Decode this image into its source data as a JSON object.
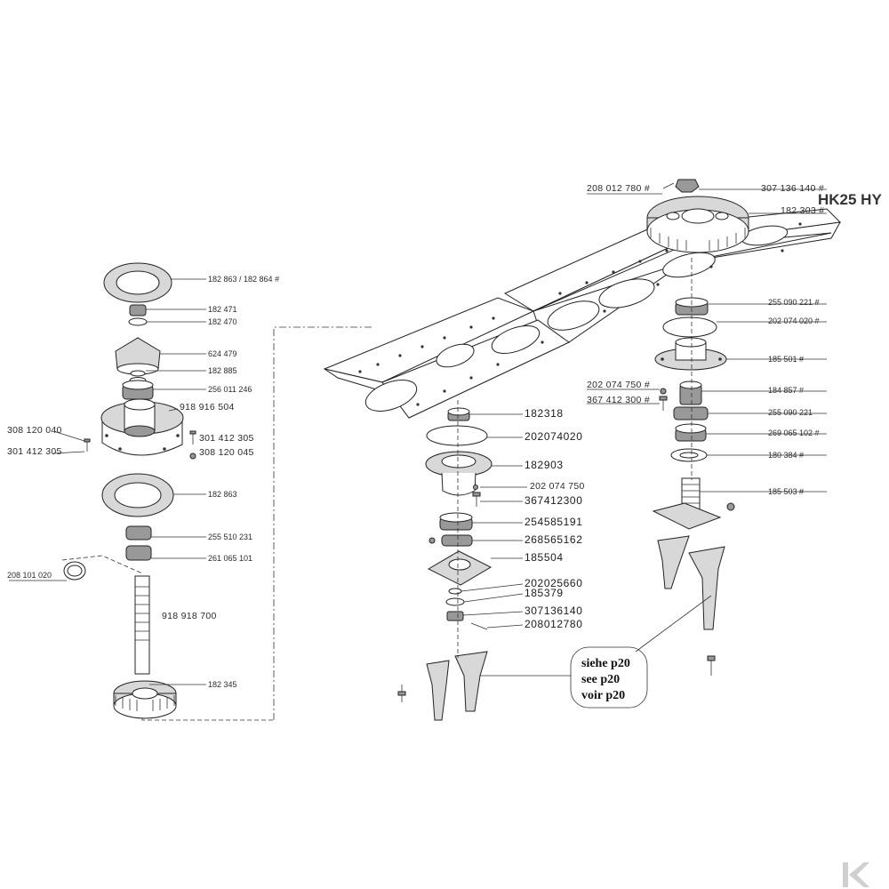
{
  "title": "HK25 HY",
  "note": {
    "lines": [
      "siehe p20",
      "see p20",
      "voir p20"
    ]
  },
  "left_labels": {
    "gasket_top": "182 863 / 182 864 #",
    "ring_182471": "182 471",
    "ring_182470": "182 470",
    "bevel_gear": "624 479",
    "ring_182885": "182 885",
    "bearing_256": "256 011 246",
    "housing": "918 916 504",
    "pin_308_left": "308 120 040",
    "bolt_301_left": "301 412 305",
    "bolt_301_right": "301 412 305",
    "pin_308_right": "308 120 045",
    "gasket_bottom": "182 863",
    "bearing_255": "255 510 231",
    "bearing_261": "261 065 101",
    "circlip": "208 101 020",
    "shaft": "918 918 700",
    "gear_bottom": "182 345"
  },
  "middle_labels": {
    "l1": "182318",
    "l2": "202074020",
    "l3": "182903",
    "l4": "202 074 750",
    "l5": "367412300",
    "l6": "254585191",
    "l7": "268565162",
    "l8": "185504",
    "l9": "202025660",
    "l10": "185379",
    "l11": "307136140",
    "l12": "208012780"
  },
  "right_labels": {
    "pin_top": "208 012 780 #",
    "nut_top": "307 136 140 #",
    "gear_top": "182 303 #",
    "bearing_255_221": "255 090 221 #",
    "oring_202": "202 074 020 #",
    "flange_185501": "185 501 #",
    "washer_202": "202 074 750 #",
    "bolt_367": "367 412 300 #",
    "sleeve_184857": "184 857 #",
    "bearing_255_090": "255 090 221",
    "bearing_269": "269 065 102 #",
    "ring_180384": "180 384 #",
    "hub_185503": "185 503 #"
  }
}
